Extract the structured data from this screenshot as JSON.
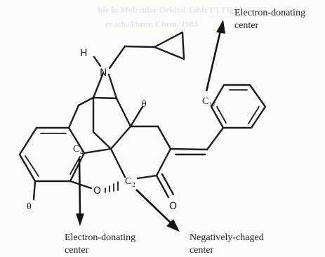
{
  "atoms": {
    "h": "H",
    "n": "N",
    "o": "O",
    "o_ketone": "O",
    "c4": "C",
    "c4_sub": "4",
    "c2": "C",
    "c2_sub": "2",
    "c17": "C",
    "c17_sub": "17",
    "charge_top": "θ",
    "charge_left": "θ"
  },
  "annotations": {
    "top_right_line1": "Electron-donating",
    "top_right_line2": "center",
    "bottom_left_line1": "Electron-donating",
    "bottom_left_line2": "center",
    "bottom_right_line1": "Negatively-chaged",
    "bottom_right_line2": "center"
  },
  "background_text": {
    "line1": "ble in Molecular Orbital Table E1 Fig",
    "line2": "roach. Theor. Chem. 1983"
  }
}
